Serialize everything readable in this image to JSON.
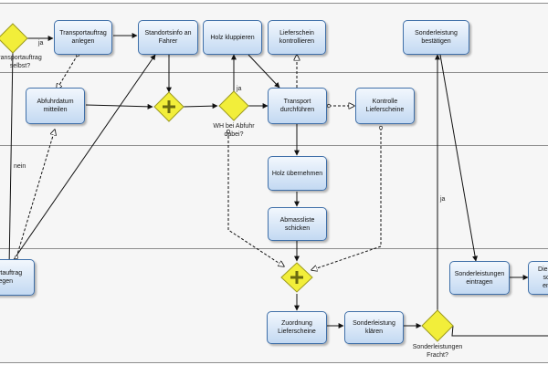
{
  "tasks": {
    "transportauftrag_anlegen": "Transportauftrag\nanlegen",
    "standortsinfo": "Standortsinfo an\nFahrer",
    "holz_kluppieren": "Holz kluppieren",
    "lieferschein_kontrollieren": "Lieferschein\nkontrollieren",
    "sonderleistung_bestaetigen": "Sonderleistung\nbestätigen",
    "abfuhrdatum": "Abfuhrdatum\nmitteilen",
    "transport_durchfuehren": "Transport\ndurchführen",
    "kontrolle_lieferscheine": "Kontrolle\nLieferscheine",
    "holz_uebernehmen": "Holz übernehmen",
    "abmassliste": "Abmassliste\nschicken",
    "transportauftrag_anlegen_2": "sportauftrag\nlegen",
    "sonderleistungen_eintragen": "Sonderleistungen\neintragen",
    "dienst_partial": "Diens\nsc\nen",
    "zuordnung_lieferscheine": "Zuordnung\nLieferscheine",
    "sonderleistung_klaeren": "Sonderleistung\nklären"
  },
  "gateways": {
    "transportauftrag_selbst": "ransportauftrag\nselbst?",
    "wh_bei_abfuhr": "WH bei Abfuhr\ndabei?",
    "sonderleistungen_fracht": "Sonderleistungen\nFracht?"
  },
  "flow_labels": {
    "ja_1": "ja",
    "ja_2": "ja",
    "ja_3": "ja",
    "nein": "nein"
  },
  "colors": {
    "task_border": "#3f6fa8",
    "task_fill_top": "#f2f7fd",
    "task_fill_bottom": "#c3d9f2",
    "gateway_fill": "#f2ee3a",
    "gateway_border": "#9c9a1f",
    "lane_fill": "#f6f6f6",
    "lane_border": "#8d8d8d"
  }
}
